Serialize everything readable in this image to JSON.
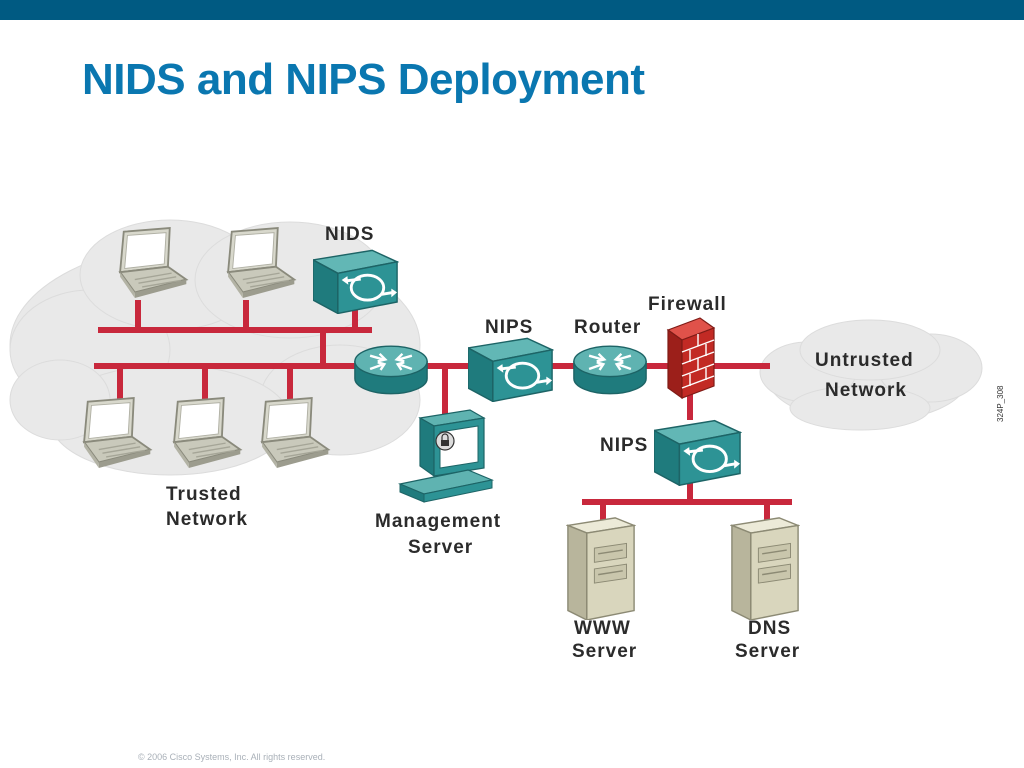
{
  "slide": {
    "title": "NIDS and NIPS Deployment",
    "footer": "© 2006 Cisco Systems, Inc. All rights reserved.",
    "figure_id": "324P_308"
  },
  "colors": {
    "top_bar": "#005a82",
    "title": "#0a77b0",
    "network_line": "#c8283c",
    "device": "#2c8f91",
    "firewall": "#c22a24",
    "cloud": "#e9e9e9"
  },
  "labels": {
    "nids": "NIDS",
    "nips_inline": "NIPS",
    "router": "Router",
    "firewall": "Firewall",
    "untrusted_line1": "Untrusted",
    "untrusted_line2": "Network",
    "nips_dmz": "NIPS",
    "trusted_line1": "Trusted",
    "trusted_line2": "Network",
    "mgmt_line1": "Management",
    "mgmt_line2": "Server",
    "www_line1": "WWW",
    "www_line2": "Server",
    "dns_line1": "DNS",
    "dns_line2": "Server"
  }
}
